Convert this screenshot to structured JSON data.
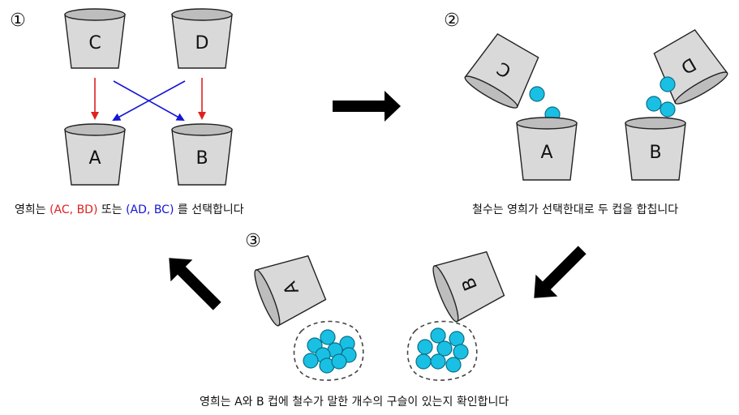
{
  "steps": [
    {
      "number": "①",
      "cups_top": [
        "C",
        "D"
      ],
      "cups_bottom": [
        "A",
        "B"
      ],
      "caption": {
        "prefix": "영희는 ",
        "choice1": "(AC, BD)",
        "middle": " 또는 ",
        "choice2": "(AD, BC)",
        "suffix": " 를 선택합니다"
      }
    },
    {
      "number": "②",
      "cups_pouring": [
        "C",
        "D"
      ],
      "cups_receiving": [
        "A",
        "B"
      ],
      "caption": "철수는 영희가 선택한대로 두 컵을 합칩니다"
    },
    {
      "number": "③",
      "cups_pouring": [
        "A",
        "B"
      ],
      "caption": "영희는 A와 B 컵에 철수가 말한 개수의 구슬이 있는지 확인합니다"
    }
  ],
  "colors": {
    "red_choice": "#e02020",
    "blue_choice": "#1515d6",
    "ball": "#19c0e4",
    "cup": "#d9d9d9",
    "arrow": "#000000"
  }
}
